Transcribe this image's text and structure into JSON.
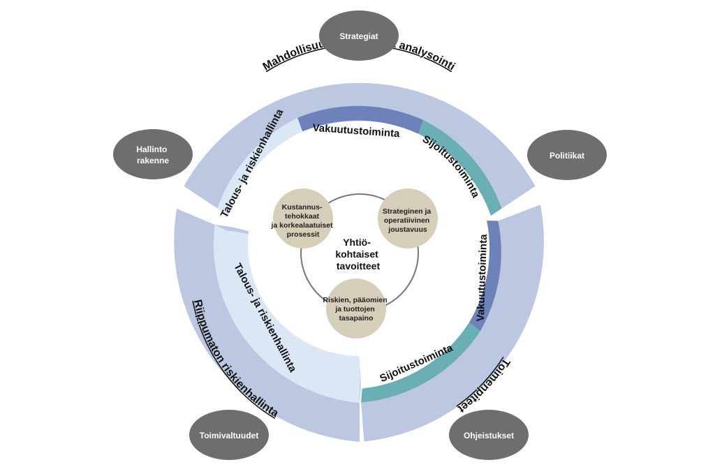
{
  "outer_sectors": [
    {
      "label": "Mahdollisuuksien jatkuva analysointi"
    },
    {
      "label": "Toimenpiteet"
    },
    {
      "label": "Riippumaton riskienhallinta"
    }
  ],
  "middle_segments": {
    "top": {
      "left": "Talous- ja riskienhallinta",
      "center": "Vakuutustoiminta",
      "right": "Sijoitustoiminta"
    },
    "right": {
      "vakuutus": "Vakuutustoiminta",
      "sijoitus": "Sijoitustoiminta"
    },
    "left": {
      "talous": "Talous- ja riskienhallinta"
    }
  },
  "satellites": [
    {
      "label": "Strategiat"
    },
    {
      "label": "Politiikat"
    },
    {
      "label": "Ohjeistukset"
    },
    {
      "label": "Toimivaltuudet"
    },
    {
      "line1": "Hallinto",
      "line2": "rakenne"
    }
  ],
  "center": {
    "line1": "Yhtiö-",
    "line2": "kohtaiset",
    "line3": "tavoitteet"
  },
  "goals": [
    {
      "lines": [
        "Kustannus-",
        "tehokkaat",
        "ja korkealaatuiset",
        "prosessit"
      ]
    },
    {
      "lines": [
        "Strateginen ja",
        "operatiivinen",
        "joustavuus"
      ]
    },
    {
      "lines": [
        "Riskien, pääomien",
        "ja tuottojen",
        "tasapaino"
      ]
    }
  ],
  "colors": {
    "outer_ring": "#bcc8e2",
    "light_segment": "#dce7f5",
    "vakuutus_segment": "#6d82b9",
    "sijoitus_segment": "#6aaeb6",
    "satellite": "#6e6e6e",
    "goal_circle": "#d5ceb8",
    "inner_circle_stroke": "#777777"
  }
}
